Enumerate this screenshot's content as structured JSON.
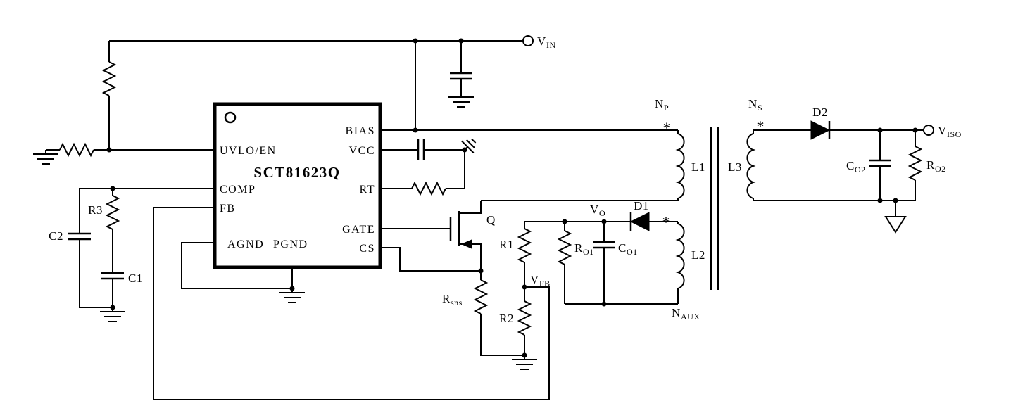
{
  "ic": {
    "name": "SCT81623Q",
    "pins": {
      "left": [
        "UVLO/EN",
        "COMP",
        "FB"
      ],
      "bottom": [
        "AGND",
        "PGND"
      ],
      "right": [
        "BIAS",
        "VCC",
        "RT",
        "GATE",
        "CS"
      ]
    }
  },
  "terminals": {
    "vin": {
      "main": "V",
      "sub": "IN"
    },
    "viso": {
      "main": "V",
      "sub": "ISO"
    }
  },
  "nodes": {
    "vo": {
      "main": "V",
      "sub": "O"
    },
    "vfb": {
      "main": "V",
      "sub": "FB"
    }
  },
  "transformer": {
    "np": {
      "main": "N",
      "sub": "P"
    },
    "ns": {
      "main": "N",
      "sub": "S"
    },
    "naux": {
      "main": "N",
      "sub": "AUX"
    },
    "l1": "L1",
    "l2": "L2",
    "l3": "L3",
    "polarity": "*"
  },
  "components": {
    "r1": "R1",
    "r2": "R2",
    "r3": "R3",
    "rsns": {
      "main": "R",
      "sub": "sns"
    },
    "c1": "C1",
    "c2": "C2",
    "ro1": {
      "main": "R",
      "sub": "O1"
    },
    "ro2": {
      "main": "R",
      "sub": "O2"
    },
    "co1": {
      "main": "C",
      "sub": "O1"
    },
    "co2": {
      "main": "C",
      "sub": "O2"
    },
    "d1": "D1",
    "d2": "D2",
    "q": "Q"
  }
}
